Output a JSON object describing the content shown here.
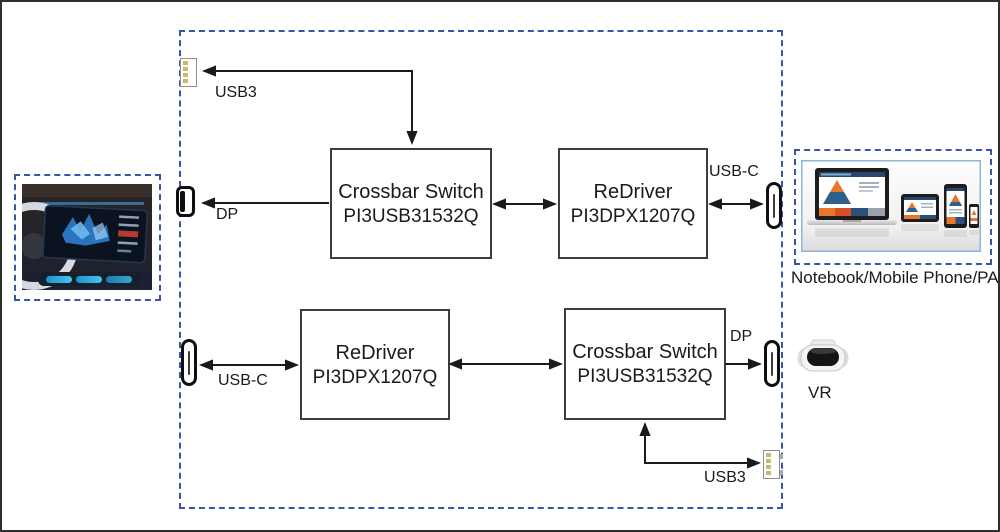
{
  "diagram": {
    "blocks": {
      "crossbar_top": {
        "title": "Crossbar Switch",
        "part": "PI3USB31532Q"
      },
      "redriver_top": {
        "title": "ReDriver",
        "part": "PI3DPX1207Q"
      },
      "redriver_bottom": {
        "title": "ReDriver",
        "part": "PI3DPX1207Q"
      },
      "crossbar_bottom": {
        "title": "Crossbar Switch",
        "part": "PI3USB31532Q"
      }
    },
    "port_labels": {
      "usb3_top": "USB3",
      "dp_top": "DP",
      "usbc_top_right": "USB-C",
      "usbc_bottom_left": "USB-C",
      "dp_bottom_right": "DP",
      "usb3_bottom": "USB3"
    },
    "captions": {
      "devices": "Notebook/Mobile Phone/PAD",
      "vr": "VR"
    },
    "icons": {
      "usb3_connector": "usb3-receptacle",
      "dp_connector": "displayport-plug",
      "usbc_connector": "usb-c-port",
      "car_dashboard": "car-infotainment-photo",
      "devices_photo": "notebook-tablet-phone-photo",
      "vr_headset": "vr-headset-photo"
    },
    "colors": {
      "dashed_border": "#3a55a5",
      "block_border": "#3d3d3d",
      "arrow": "#1a1a1a",
      "usb3_pin": "#c9b970",
      "device_image_border": "#8fb6d9",
      "pyramid_orange": "#e8772e",
      "pyramid_blue": "#2d5f8a",
      "screen_blue": "#2f86d8"
    }
  }
}
